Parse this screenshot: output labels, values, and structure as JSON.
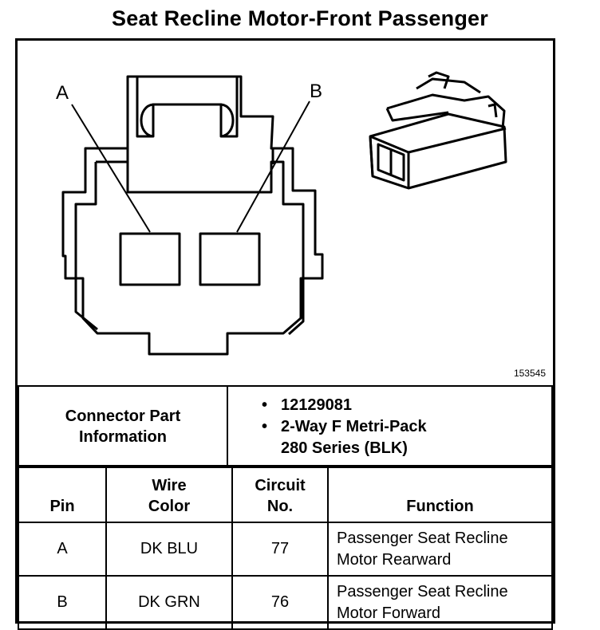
{
  "title": "Seat Recline Motor-Front Passenger",
  "figure": {
    "figure_id": "153545",
    "pin_labels": [
      "A",
      "B"
    ]
  },
  "connector_info": {
    "label_line1": "Connector Part",
    "label_line2": "Information",
    "bullets": [
      {
        "line1": "12129081",
        "line2": ""
      },
      {
        "line1": "2-Way F Metri-Pack",
        "line2": "280 Series (BLK)"
      }
    ]
  },
  "pin_table": {
    "headers": {
      "pin": "Pin",
      "wire_line1": "Wire",
      "wire_line2": "Color",
      "circuit_line1": "Circuit",
      "circuit_line2": "No.",
      "function": "Function"
    },
    "rows": [
      {
        "pin": "A",
        "wire_color": "DK BLU",
        "circuit": "77",
        "function_line1": "Passenger Seat Recline",
        "function_line2": "Motor Rearward"
      },
      {
        "pin": "B",
        "wire_color": "DK GRN",
        "circuit": "76",
        "function_line1": "Passenger Seat Recline",
        "function_line2": "Motor Forward"
      }
    ]
  }
}
